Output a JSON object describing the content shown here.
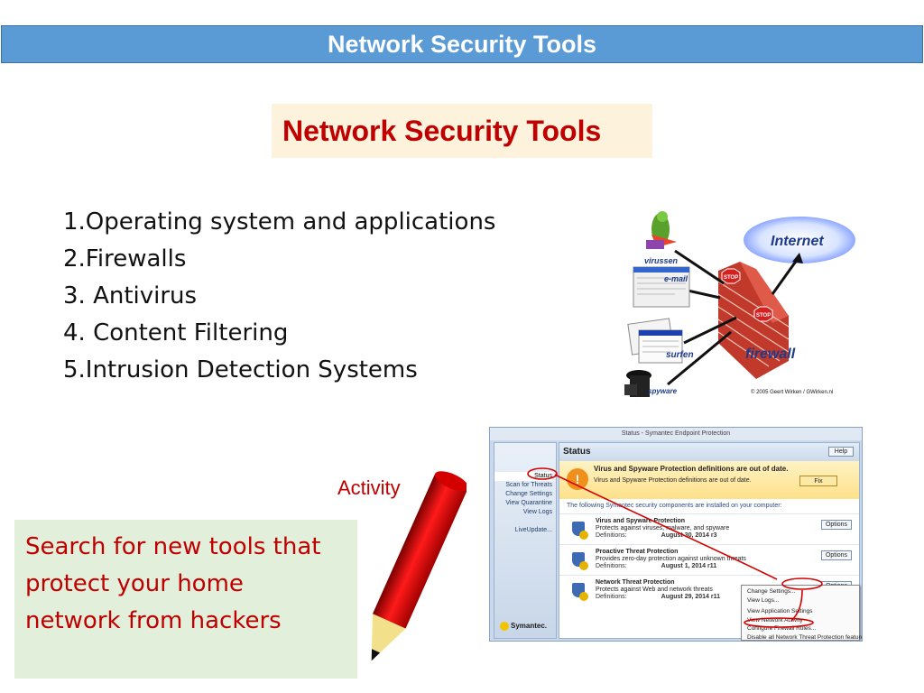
{
  "header": {
    "title": "Network Security Tools"
  },
  "main_title": "Network Security Tools",
  "tools": [
    "1.Operating system and applications",
    "2.Firewalls",
    "3. Antivirus",
    "4. Content Filtering",
    "5.Intrusion Detection Systems"
  ],
  "illustration": {
    "internet": "Internet",
    "firewall": "firewall",
    "virussen": "virussen",
    "email": "e-mail",
    "surfen": "surfen",
    "spyware": "spyware",
    "stop": "STOP",
    "copyright": "© 2005 Geert Wirken / GWirken.nl"
  },
  "activity": {
    "label": "Activity",
    "lines": [
      "Search for new tools that",
      "protect your home",
      "network from hackers"
    ]
  },
  "symantec": {
    "window_title": "Status - Symantec Endpoint Protection",
    "status_heading": "Status",
    "help": "Help",
    "nav": [
      "Status",
      "Scan for Threats",
      "Change Settings",
      "View Quarantine",
      "View Logs",
      "LiveUpdate..."
    ],
    "alert_title": "Virus and Spyware Protection definitions are out of date.",
    "alert_sub": "Virus and Spyware Protection definitions are out of date.",
    "fix": "Fix",
    "info": "The following Symantec security components are installed on your computer:",
    "components": [
      {
        "name": "Virus and Spyware Protection",
        "desc": "Protects against viruses, malware, and spyware",
        "def_label": "Definitions:",
        "def_value": "August 30, 2014 r3",
        "options": "Options"
      },
      {
        "name": "Proactive Threat Protection",
        "desc": "Provides zero-day protection against unknown threats",
        "def_label": "Definitions:",
        "def_value": "August 1, 2014 r11",
        "options": "Options"
      },
      {
        "name": "Network Threat Protection",
        "desc": "Protects against Web and network threats",
        "def_label": "Definitions:",
        "def_value": "August 29, 2014 r11",
        "options": "Options"
      }
    ],
    "menu": [
      "Change Settings...",
      "View Logs...",
      "View Application Settings",
      "View Network Activity",
      "Configure Firewall Rules...",
      "Disable all Network Threat Protection features"
    ],
    "brand": "Symantec."
  }
}
